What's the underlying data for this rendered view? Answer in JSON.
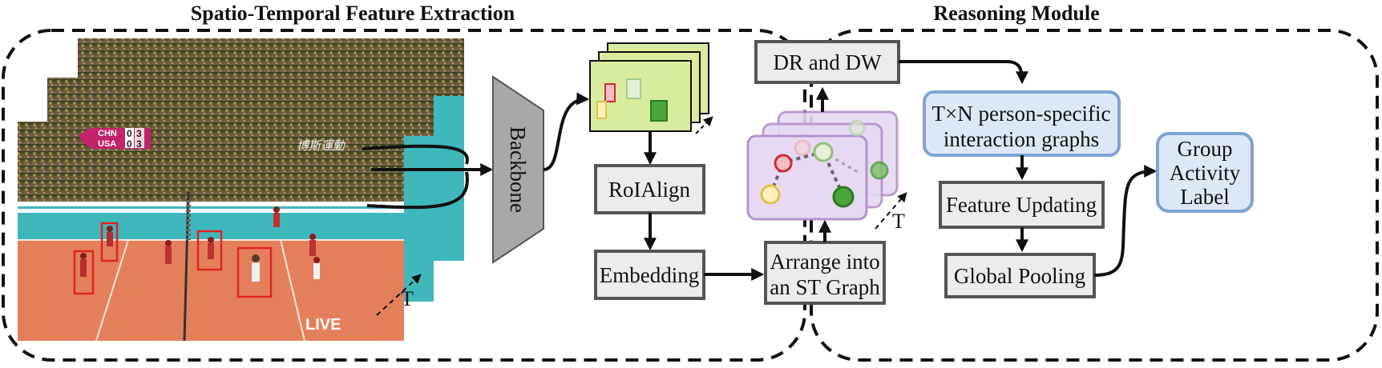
{
  "sections": {
    "left_title": "Spatio-Temporal Feature Extraction",
    "right_title": "Reasoning Module"
  },
  "nodes": {
    "backbone": "Backbone",
    "roialign": "RoIAlign",
    "embedding": "Embedding",
    "arrange_line1": "Arrange into",
    "arrange_line2": "an ST Graph",
    "drdw": "DR and DW",
    "interaction_line1": "T×N person-specific",
    "interaction_line2": "interaction graphs",
    "feature_updating": "Feature Updating",
    "global_pooling": "Global Pooling",
    "label_line1": "Group",
    "label_line2": "Activity",
    "label_line3": "Label"
  },
  "time_labels": {
    "frames": "T",
    "graphs": "T"
  },
  "video_frame": {
    "score_team1": "CHN",
    "score_team2": "USA",
    "team1_sets": "0",
    "team1_points": "3",
    "team2_sets": "0",
    "team2_points": "3",
    "watermark": "博斯運動",
    "live_badge": "LIVE"
  },
  "colors": {
    "box_fill": "#ececec",
    "box_stroke": "#555555",
    "blue_fill": "#dde8f6",
    "blue_stroke": "#7da3d6",
    "graph_fill": "#e6d9f1",
    "graph_stroke": "#b493cc",
    "feature_fill": "#d7ec9c",
    "court_teal": "#3fb8bc",
    "court_orange": "#e47f5b",
    "detect_red": "#e02424"
  }
}
